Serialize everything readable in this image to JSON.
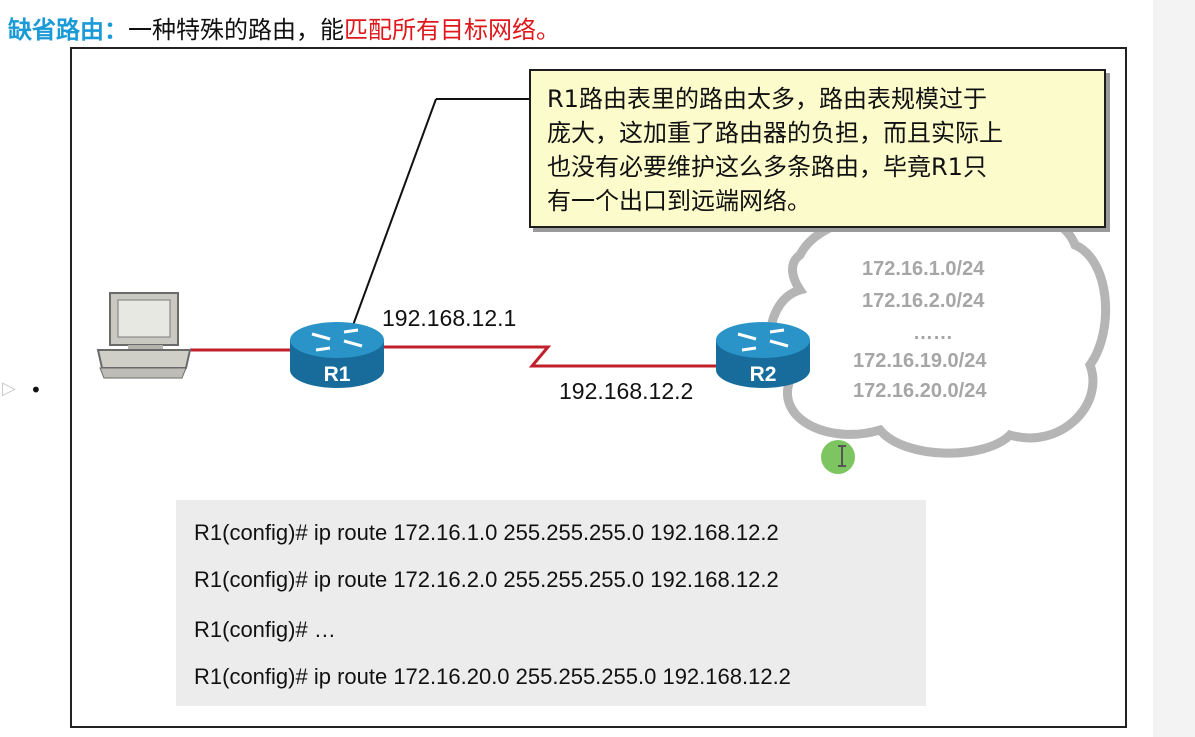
{
  "title": {
    "lead": "缺省路由：",
    "normal": "一种特殊的路由，能",
    "highlight": "匹配所有目标网络。"
  },
  "callout": {
    "lines": [
      "R1路由表里的路由太多，路由表规模过于",
      "庞大，这加重了路由器的负担，而且实际上",
      "也没有必要维护这么多条路由，毕竟R1只",
      "有一个出口到远端网络。"
    ]
  },
  "diagram": {
    "r1_label": "R1",
    "r2_label": "R2",
    "r1_ip": "192.168.12.1",
    "r2_ip": "192.168.12.2",
    "networks": [
      "172.16.1.0/24",
      "172.16.2.0/24",
      "……",
      "172.16.19.0/24",
      "172.16.20.0/24"
    ]
  },
  "config": {
    "lines": [
      "R1(config)# ip route 172.16.1.0 255.255.255.0 192.168.12.2",
      "R1(config)# ip route 172.16.2.0 255.255.255.0 192.168.12.2",
      "R1(config)# …",
      "R1(config)# ip route 172.16.20.0 255.255.255.0 192.168.12.2"
    ]
  },
  "colors": {
    "title_lead": "#1a9ad6",
    "title_highlight": "#e0181b",
    "link": "#c0202a",
    "router": "#1a7fb6",
    "callout_bg": "#fbfbcb",
    "cursor": "#6fbf50"
  },
  "icons": {
    "pc": "desktop-computer-icon",
    "router": "router-icon",
    "cloud": "cloud-icon",
    "cursor": "text-cursor-icon"
  }
}
